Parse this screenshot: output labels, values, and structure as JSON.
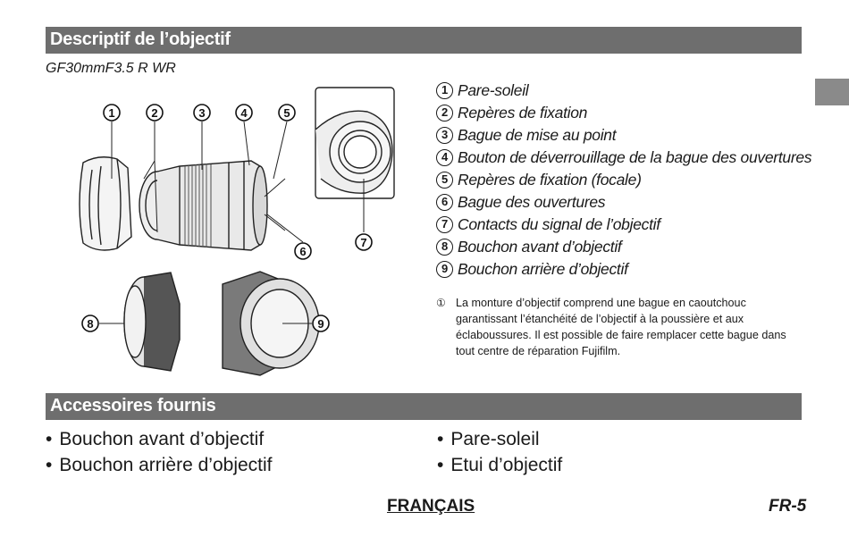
{
  "section1": {
    "title": "Descriptif de l’objectif"
  },
  "model": "GF30mmF3.5 R WR",
  "diagram": {
    "callouts": [
      "1",
      "2",
      "3",
      "4",
      "5",
      "6",
      "7",
      "8",
      "9"
    ]
  },
  "parts": [
    {
      "num": "1",
      "label": "Pare-soleil"
    },
    {
      "num": "2",
      "label": "Repères de fixation"
    },
    {
      "num": "3",
      "label": "Bague de mise au point"
    },
    {
      "num": "4",
      "label": "Bouton de déverrouillage de la bague des ouvertures"
    },
    {
      "num": "5",
      "label": "Repères de fixation (focale)"
    },
    {
      "num": "6",
      "label": "Bague des ouvertures"
    },
    {
      "num": "7",
      "label": "Contacts du signal de l’objectif"
    },
    {
      "num": "8",
      "label": "Bouchon avant d’objectif"
    },
    {
      "num": "9",
      "label": "Bouchon arrière d’objectif"
    }
  ],
  "note": {
    "mark": "①",
    "text": "La monture d’objectif comprend une bague en caoutchouc garantissant l’étanchéité de l’objectif à la poussière et aux éclaboussures. Il est possible de faire remplacer cette bague dans tout centre de réparation Fujifilm."
  },
  "section2": {
    "title": "Accessoires fournis"
  },
  "accessories_left": [
    "Bouchon avant d’objectif",
    "Bouchon arrière d’objectif"
  ],
  "accessories_right": [
    "Pare-soleil",
    "Etui d’objectif"
  ],
  "footer": {
    "language": "FRANÇAIS",
    "page": "FR-5"
  }
}
